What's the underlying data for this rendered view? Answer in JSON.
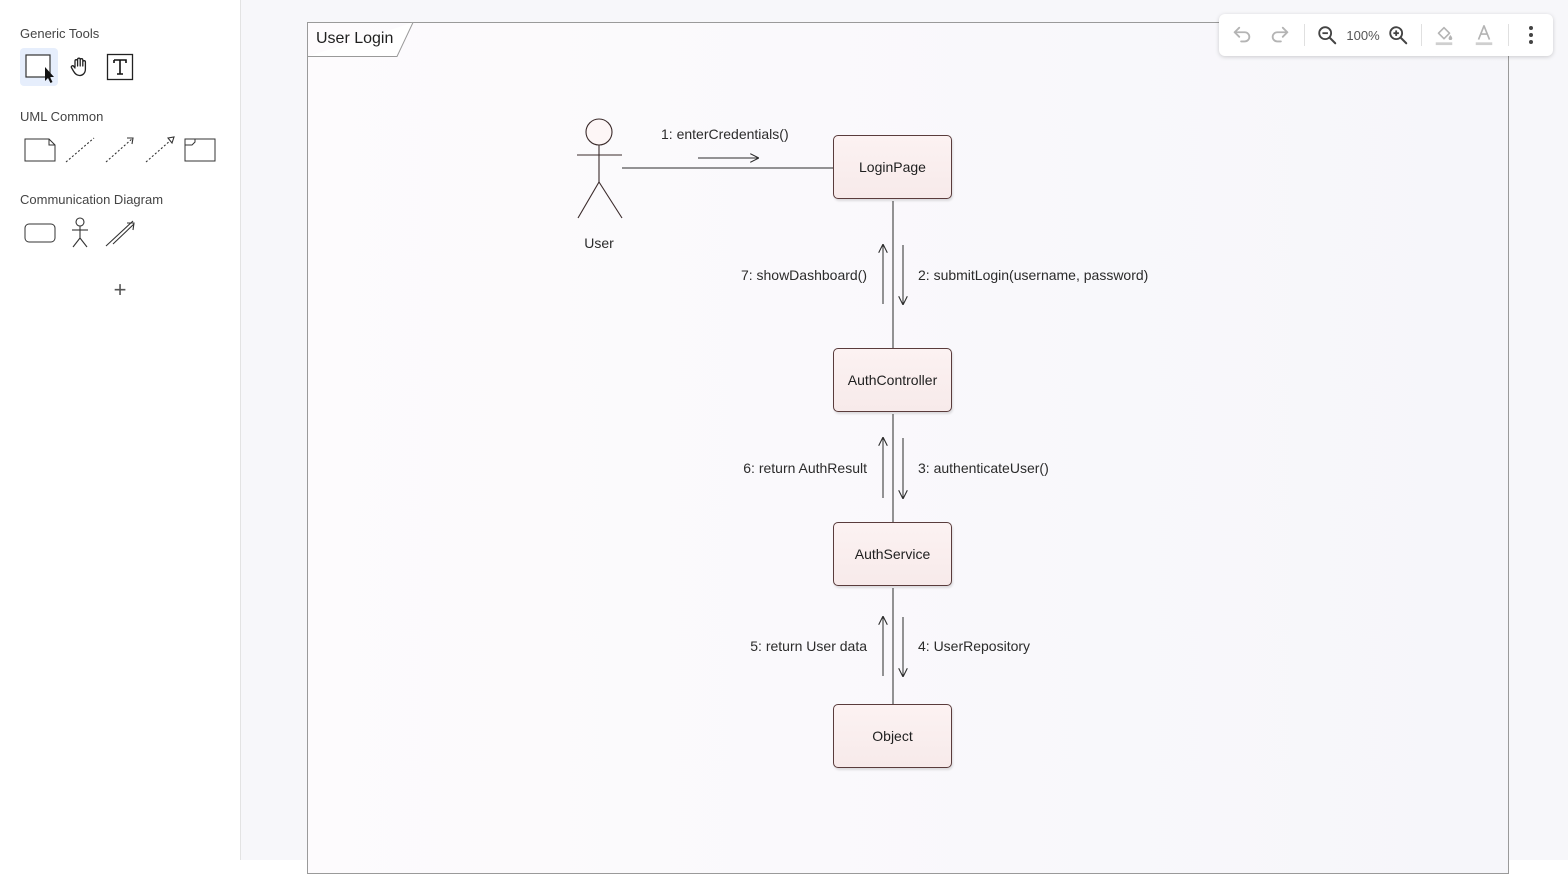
{
  "sidebar": {
    "generic_tools_title": "Generic Tools",
    "uml_common_title": "UML Common",
    "communication_title": "Communication Diagram",
    "add_label": "+"
  },
  "toolbar": {
    "zoom_level": "100%"
  },
  "diagram": {
    "frame_title": "User Login",
    "actor": {
      "name": "User"
    },
    "lifelines": [
      {
        "name": "LoginPage"
      },
      {
        "name": "AuthController"
      },
      {
        "name": "AuthService"
      },
      {
        "name": "Object"
      }
    ],
    "messages": [
      {
        "label": "1: enterCredentials()"
      },
      {
        "label": "2: submitLogin(username, password)"
      },
      {
        "label": "3: authenticateUser()"
      },
      {
        "label": "4: UserRepository"
      },
      {
        "label": "5: return User data"
      },
      {
        "label": "6: return AuthResult"
      },
      {
        "label": "7: showDashboard()"
      }
    ]
  },
  "colors": {
    "lifeline_fill": "#f7eaea",
    "lifeline_border": "#5a3c3c",
    "active_tool_bg": "#e6eefc",
    "canvas_bg": "#f7f7fa"
  }
}
